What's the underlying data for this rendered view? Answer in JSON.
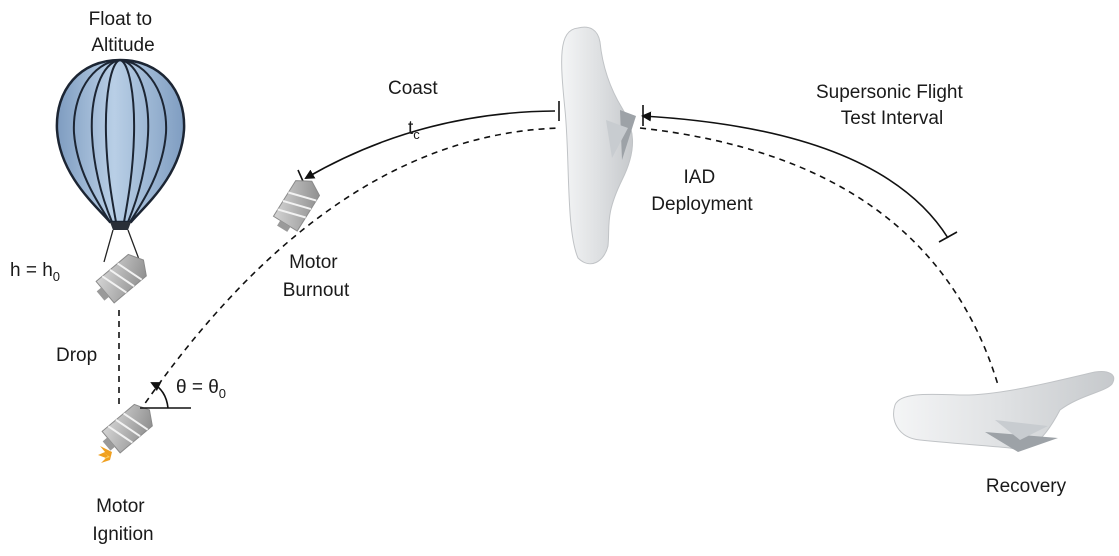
{
  "labels": {
    "float_to_altitude_line1": "Float to",
    "float_to_altitude_line2": "Altitude",
    "h_eq_h0_main": "h = h",
    "h_eq_h0_sub": "0",
    "drop": "Drop",
    "theta_eq_theta0_main": "θ = θ",
    "theta_eq_theta0_sub": "0",
    "motor_ignition_line1": "Motor",
    "motor_ignition_line2": "Ignition",
    "motor_burnout_line1": "Motor",
    "motor_burnout_line2": "Burnout",
    "coast": "Coast",
    "tc_main": "t",
    "tc_sub": "c",
    "iad_deployment_line1": "IAD",
    "iad_deployment_line2": "Deployment",
    "supersonic_line1": "Supersonic Flight",
    "supersonic_line2": "Test Interval",
    "recovery": "Recovery"
  },
  "colors": {
    "balloon_fill": "#a9c3de",
    "balloon_stroke": "#1c2533",
    "vehicle_fill": "#bdbdbd",
    "vehicle_dark": "#7a7a7a",
    "iad_fill": "#e2e4e6",
    "flame": "#f0a020",
    "line": "#111111"
  }
}
